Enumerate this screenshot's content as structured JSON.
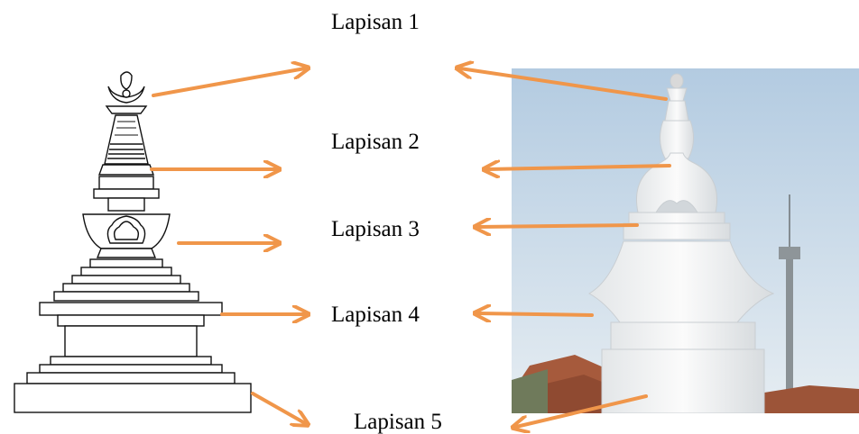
{
  "labels": [
    "Lapisan 1",
    "Lapisan 2",
    "Lapisan 3",
    "Lapisan 4",
    "Lapisan 5"
  ],
  "colors": {
    "arrow": "#F0964A",
    "sky_top": "#B9CFE3",
    "sky_bottom": "#E8EEF2",
    "stupa_white": "#F7F8F8",
    "roof": "#A4553A"
  }
}
